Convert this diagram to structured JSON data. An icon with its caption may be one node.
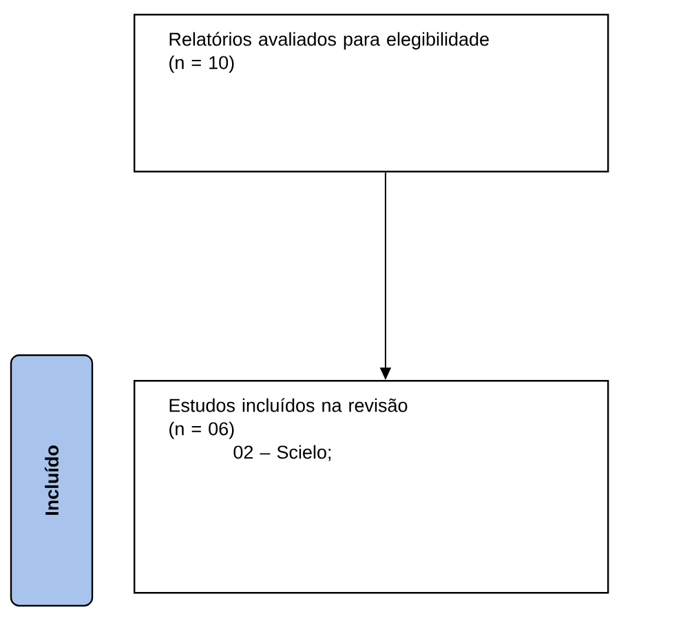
{
  "diagram": {
    "nodes": [
      {
        "text": [
          "Relatórios avaliados para elegibilidade",
          "(n = 10)"
        ]
      },
      {
        "text": [
          "Estudos incluídos na revisão",
          "(n = 06)",
          "02 – Scielo;"
        ]
      },
      {
        "text": [
          "Incluído"
        ]
      }
    ],
    "edges": [
      {
        "from": 0,
        "to": 1,
        "arrow": "to"
      }
    ]
  }
}
